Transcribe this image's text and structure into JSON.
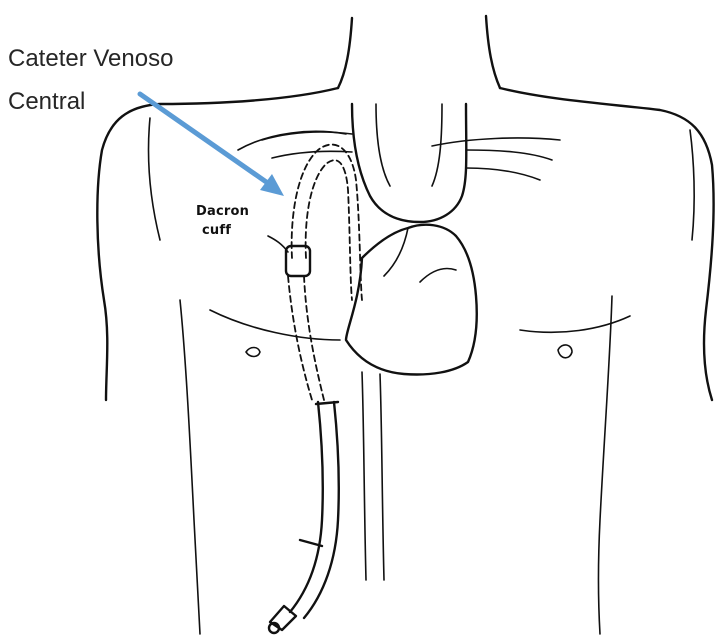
{
  "callout": {
    "line1": "Cateter Venoso",
    "line2": "Central",
    "arrow_color": "#5b9bd5"
  },
  "labels": {
    "dacron_line1": "Dacron",
    "dacron_line2": "cuff"
  }
}
